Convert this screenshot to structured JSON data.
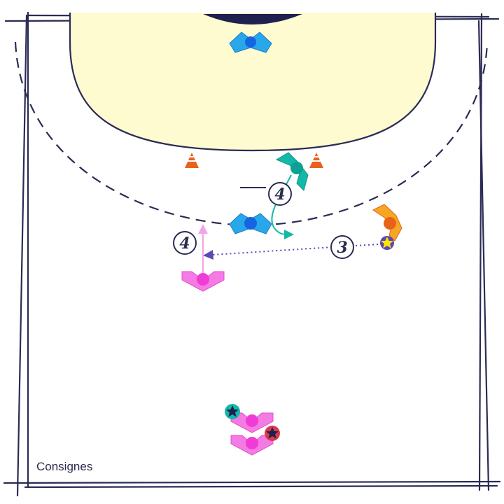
{
  "caption": "Consignes",
  "step_labels": {
    "top": "4",
    "left": "4",
    "right": "3"
  },
  "colors": {
    "court_line": "#2b2b55",
    "goal_area": "#fffbd0",
    "defender": "#28a8ea",
    "attacker_pink": "#f47be3",
    "attacker_green": "#14b8a6",
    "attacker_orange": "#f5a623",
    "cone": "#e8621a",
    "pass_arrow": "#5c48b5"
  },
  "icons": [
    "goalkeeper-icon",
    "defender-icon",
    "attacker-icon",
    "cone-icon",
    "ball-star-icon",
    "pass-arrow",
    "move-arrow"
  ]
}
